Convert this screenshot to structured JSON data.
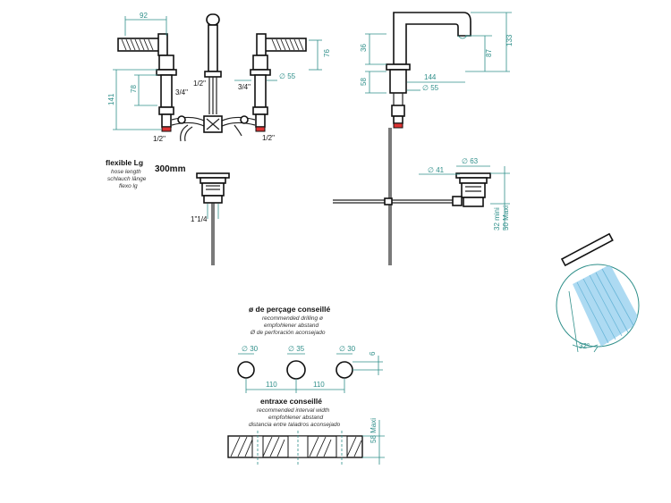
{
  "front_view": {
    "dims": {
      "top_width": "92",
      "right_height": "76",
      "left_total": "141",
      "left_inner": "78",
      "pipe_right": "3/4\"",
      "pipe_left": "3/4\"",
      "diameter": "∅ 55",
      "center_thread": "1/2\"",
      "left_thread": "1/2\"",
      "right_thread": "1/2\"",
      "drain_thread": "1\"1/4"
    },
    "hose": {
      "title": "flexible Lg",
      "lines": [
        "hose length",
        "schlauch länge",
        "flexo lg"
      ],
      "length": "300mm"
    }
  },
  "side_view": {
    "dims": {
      "top_36": "36",
      "left_58": "58",
      "reach_144": "144",
      "base_55": "∅ 55",
      "right_87": "87",
      "right_133": "133",
      "drain_63": "∅ 63",
      "drain_41": "∅ 41",
      "thick_min": "32 mini",
      "thick_max": "50 Maxi"
    }
  },
  "drilling": {
    "title": "ø de perçage conseillé",
    "lines": [
      "recommended drilling ø",
      "empfohlener abstand",
      "Ø de perforación aconsejado"
    ],
    "d1": "∅ 30",
    "d2": "∅ 35",
    "d3": "∅ 30",
    "side": "6",
    "gap1": "110",
    "gap2": "110"
  },
  "interval": {
    "title": "entraxe conseillé",
    "lines": [
      "recommended interval width",
      "empfohlener abstand",
      "distancia entre taladros aconsejado"
    ],
    "max": "58 Maxi"
  },
  "spray_detail": {
    "angle": "32°",
    "spray_color": "#9fd3f0",
    "outline_color": "#2f8f8a"
  },
  "colors": {
    "dimension": "#2f8f8a",
    "line": "#222222"
  }
}
